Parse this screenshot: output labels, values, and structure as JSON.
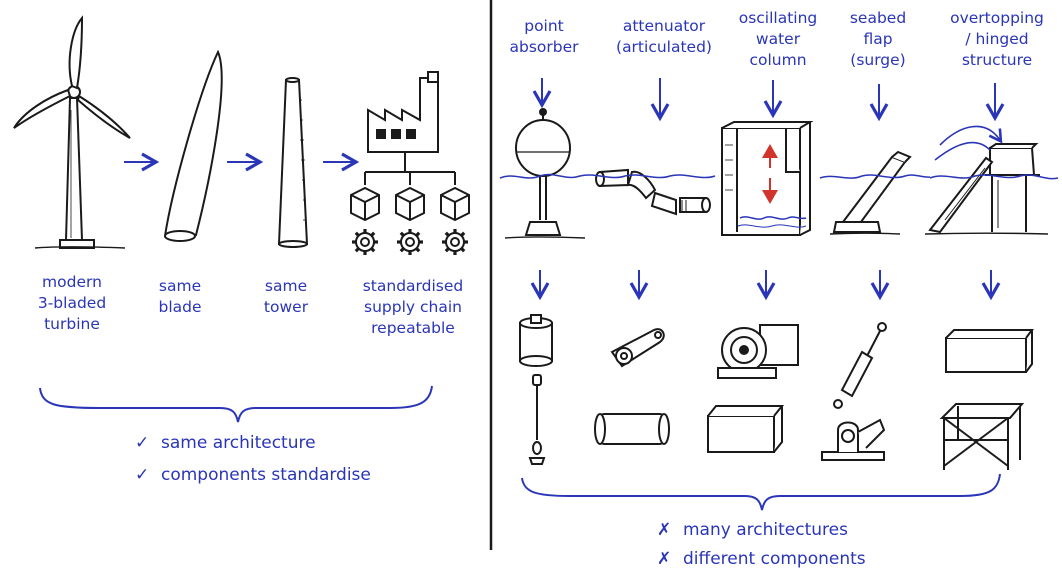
{
  "left_panel": {
    "labels": {
      "turbine": [
        "modern",
        "3-bladed",
        "turbine"
      ],
      "blade": [
        "same",
        "blade"
      ],
      "tower": [
        "same",
        "tower"
      ],
      "supply_chain": [
        "standardised",
        "supply chain",
        "repeatable"
      ]
    },
    "summary": {
      "items": [
        {
          "mark": "✓",
          "text": "same architecture"
        },
        {
          "mark": "✓",
          "text": "components standardise"
        }
      ]
    }
  },
  "right_panel": {
    "labels": {
      "point_absorber": [
        "point",
        "absorber"
      ],
      "attenuator": [
        "attenuator",
        "(articulated)"
      ],
      "owc": [
        "oscillating",
        "water",
        "column"
      ],
      "seabed_flap": [
        "seabed",
        "flap",
        "(surge)"
      ],
      "overtopping": [
        "overtopping",
        "/ hinged",
        "structure"
      ]
    },
    "summary": {
      "items": [
        {
          "mark": "✗",
          "text": "many architectures"
        },
        {
          "mark": "✗",
          "text": "different components"
        }
      ]
    }
  },
  "colors": {
    "ink": "#1a1a1a",
    "accent_blue": "#2a35b8",
    "arrow_red": "#d0342c",
    "water_blue": "#2a35b8"
  }
}
